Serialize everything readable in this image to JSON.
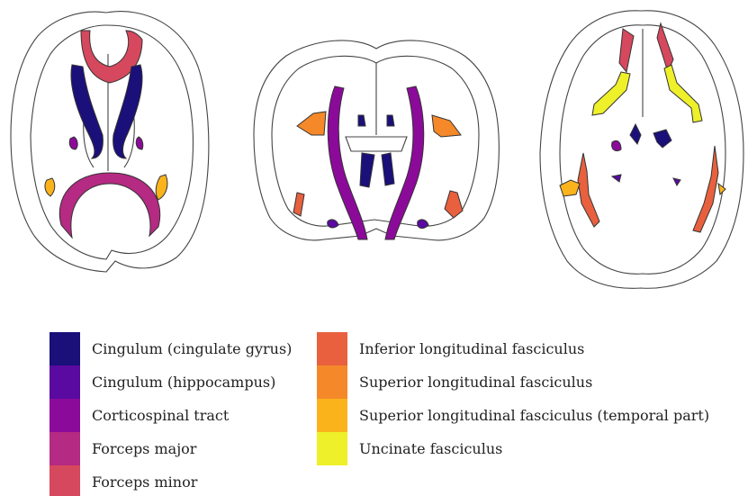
{
  "legend": {
    "left": [
      {
        "label": "Cingulum (cingulate gyrus)",
        "color": "#1b0f7a"
      },
      {
        "label": "Cingulum (hippocampus)",
        "color": "#5a0aa0"
      },
      {
        "label": "Corticospinal tract",
        "color": "#8c0a9a"
      },
      {
        "label": "Forceps major",
        "color": "#b52a82"
      },
      {
        "label": "Forceps minor",
        "color": "#d5485d"
      }
    ],
    "right": [
      {
        "label": "Inferior longitudinal fasciculus",
        "color": "#e8603e"
      },
      {
        "label": "Superior longitudinal fasciculus",
        "color": "#f5892a"
      },
      {
        "label": "Superior longitudinal fasciculus (temporal part)",
        "color": "#fbb31c"
      },
      {
        "label": "Uncinate fasciculus",
        "color": "#eef02a"
      }
    ]
  },
  "panels": [
    "axial-upper",
    "coronal",
    "axial-lower"
  ]
}
